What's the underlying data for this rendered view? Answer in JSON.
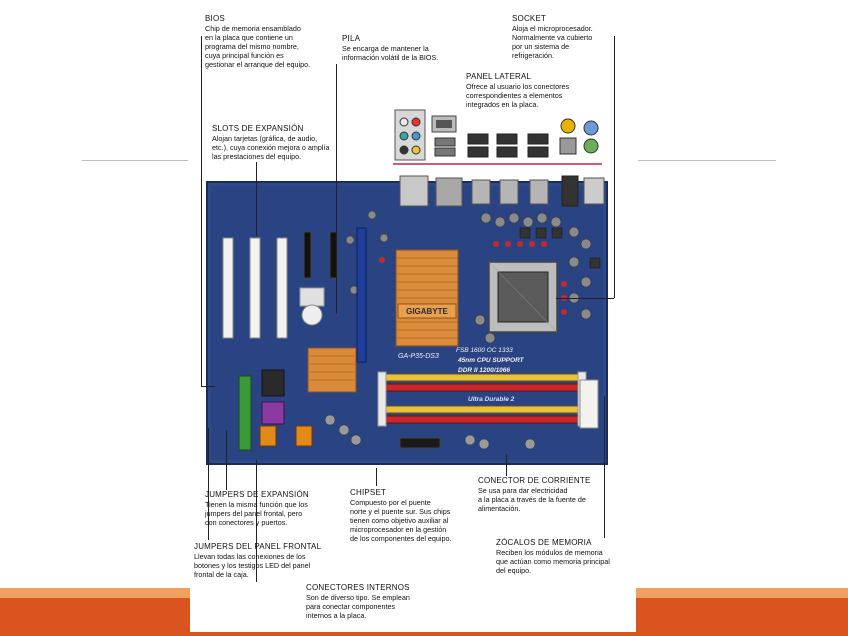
{
  "labels": {
    "bios": {
      "title": "BIOS",
      "desc": "Chip de memoria ensamblado\nen la placa que contiene un\nprograma del mismo nombre,\ncuya principal función es\ngestionar el arranque del equipo."
    },
    "pila": {
      "title": "PILA",
      "desc": "Se encarga de mantener la\ninformación volátil de la BIOS."
    },
    "socket": {
      "title": "SOCKET",
      "desc": "Aloja el microprocesador.\nNormalmente va cubierto\npor un sistema de\nrefrigeración."
    },
    "panel_lateral": {
      "title": "PANEL LATERAL",
      "desc": "Ofrece al usuario los conectores\ncorrespondientes a elementos\nintegrados en la placa."
    },
    "slots": {
      "title": "SLOTS DE EXPANSIÓN",
      "desc": "Alojan tarjetas (gráfica, de audio,\netc.), cuya conexión mejora o amplía\nlas prestaciones del equipo."
    },
    "jumpers_exp": {
      "title": "JUMPERS DE EXPANSIÓN",
      "desc": "Tienen la misma función que los\njumpers del panel frontal, pero\ncon conectores y puertos."
    },
    "chipset": {
      "title": "CHIPSET",
      "desc": "Compuesto por el puente\nnorte y el puente sur. Sus chips\ntienen como objetivo auxiliar al\nmicroprocesador en la gestión\nde los componentes del equipo."
    },
    "conector_corriente": {
      "title": "CONECTOR DE CORRIENTE",
      "desc": "Se usa para dar electricidad\na la placa a través de la fuente de\nalimentación."
    },
    "jumpers_frontal": {
      "title": "JUMPERS DEL PANEL FRONTAL",
      "desc": "Llevan todas las conexiones de los\nbotones y los testigos LED del panel\nfrontal de la caja."
    },
    "zocalos": {
      "title": "ZÓCALOS DE MEMORIA",
      "desc": "Reciben los módulos de memoria\nque actúan como memoria principal\ndel equipo."
    },
    "conectores_internos": {
      "title": "CONECTORES INTERNOS",
      "desc": "Son de diverso tipo. Se emplean\npara conectar componentes\ninternos a la placa."
    }
  },
  "board": {
    "brand": "GIGABYTE",
    "model": "GA-P35-DS3",
    "support_text": "45nm CPU SUPPORT",
    "ddr_text": "DDR II 1200/1066",
    "fsb_text": "FSB 1600 OC 1333",
    "ultra_text": "Ultra Durable 2"
  },
  "colors": {
    "board": "#28407a",
    "heatsink": "#d98a3a",
    "dimm_yellow": "#e8c23a",
    "dimm_red": "#c8282a",
    "pci_white": "#f2f2ee",
    "accent_orange": "#d9541e"
  }
}
